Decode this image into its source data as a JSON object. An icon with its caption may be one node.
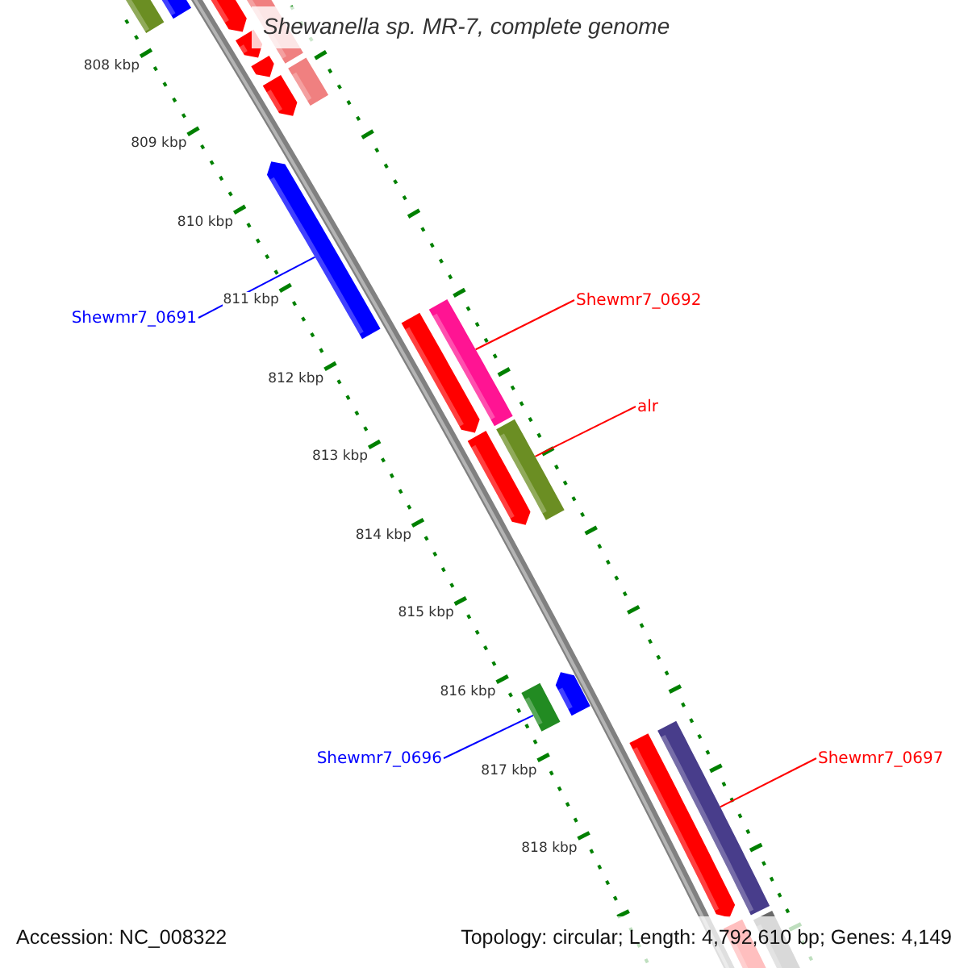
{
  "diagram": {
    "title": "Shewanella sp. MR-7, complete genome",
    "nodes": [
      {
        "text": [
          "Shewmr7_0691"
        ]
      },
      {
        "text": [],
        "shape": "bar"
      },
      {
        "text": [
          "Shewmr7_0692"
        ]
      },
      {
        "text": [],
        "shape": "bar"
      },
      {
        "text": [
          "alr"
        ]
      },
      {
        "text": [],
        "shape": "bar"
      },
      {
        "text": [
          "Shewmr7_0696"
        ]
      },
      {
        "text": [],
        "shape": "bar"
      },
      {
        "text": [
          "Shewmr7_0697"
        ]
      },
      {
        "text": [],
        "shape": "bar"
      }
    ],
    "edges": [
      {
        "from": 0,
        "to": 1,
        "arrow": "none",
        "color": "#0000ff"
      },
      {
        "from": 2,
        "to": 3,
        "arrow": "none",
        "color": "#ff0000"
      },
      {
        "from": 4,
        "to": 5,
        "arrow": "none",
        "color": "#ff0000"
      },
      {
        "from": 6,
        "to": 7,
        "arrow": "none",
        "color": "#0000ff"
      },
      {
        "from": 8,
        "to": 9,
        "arrow": "none",
        "color": "#ff0000"
      }
    ],
    "labels": [
      "808 kbp",
      "809 kbp",
      "810 kbp",
      "811 kbp",
      "812 kbp",
      "813 kbp",
      "814 kbp",
      "815 kbp",
      "816 kbp",
      "817 kbp",
      "818 kbp",
      "Accession: NC_008322",
      "Topology: circular; Length: 4,792,610 bp; Genes: 4,149"
    ]
  }
}
